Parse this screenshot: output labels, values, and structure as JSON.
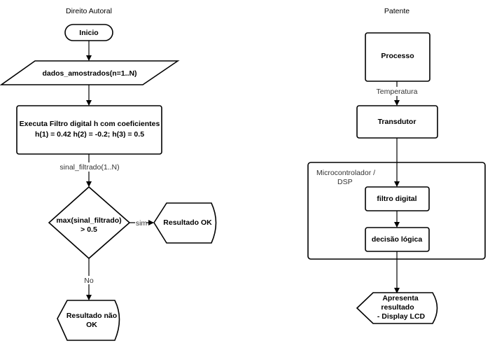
{
  "left": {
    "title": "Direito Autoral",
    "start": "Inicio",
    "input": "dados_amostrados(n=1..N)",
    "process": [
      "Executa Filtro digital h com coeficientes",
      "h(1) = 0.42 h(2) = -0.2; h(3) = 0.5"
    ],
    "edge_filtered": "sinal_filtrado(1..N)",
    "decision": [
      "max(sinal_filtrado)",
      "> 0.5"
    ],
    "edge_yes": "sim",
    "result_ok": "Resultado OK",
    "edge_no": "No",
    "result_not_ok": [
      "Resultado não",
      "OK"
    ]
  },
  "right": {
    "title": "Patente",
    "process": "Processo",
    "edge_temp": "Temperatura",
    "transducer": "Transdutor",
    "container": [
      "Microcontrolador /",
      "DSP"
    ],
    "filter": "filtro digital",
    "decision": "decisão lógica",
    "display": [
      "Apresenta",
      "resultado",
      "- Display LCD"
    ]
  }
}
